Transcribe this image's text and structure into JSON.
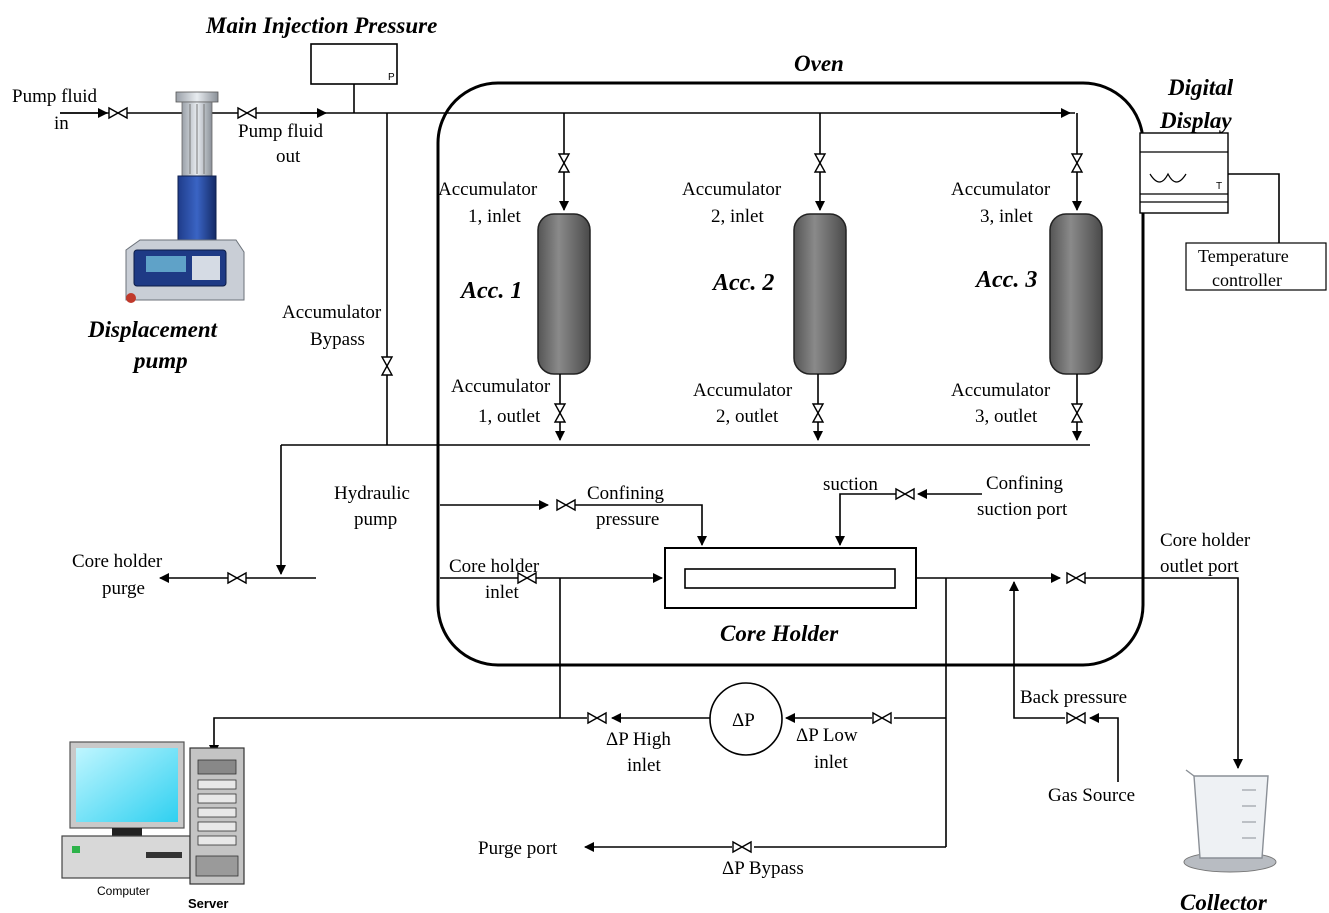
{
  "title_main_injection": "Main Injection Pressure",
  "gauge_letter_p": "P",
  "gauge_letter_t": "T",
  "oven_label": "Oven",
  "digital_display": [
    "Digital",
    "Display"
  ],
  "temperature_controller": [
    "Temperature",
    "controller"
  ],
  "pump_fluid_in": [
    "Pump fluid",
    "in"
  ],
  "pump_fluid_out": [
    "Pump fluid",
    "out"
  ],
  "displacement_pump": [
    "Displacement",
    "pump"
  ],
  "accumulator_bypass": [
    "Accumulator",
    "Bypass"
  ],
  "accumulators": [
    {
      "name": "Acc. 1",
      "inlet": [
        "Accumulator",
        "1, inlet"
      ],
      "outlet": [
        "Accumulator",
        "1, outlet"
      ]
    },
    {
      "name": "Acc. 2",
      "inlet": [
        "Accumulator",
        "2, inlet"
      ],
      "outlet": [
        "Accumulator",
        "2, outlet"
      ]
    },
    {
      "name": "Acc. 3",
      "inlet": [
        "Accumulator",
        "3, inlet"
      ],
      "outlet": [
        "Accumulator",
        "3, outlet"
      ]
    }
  ],
  "hydraulic_pump": [
    "Hydraulic",
    "pump"
  ],
  "confining_pressure": [
    "Confining",
    "pressure"
  ],
  "suction": "suction",
  "confining_suction_port": [
    "Confining",
    "suction port"
  ],
  "core_holder_purge": [
    "Core holder",
    "purge"
  ],
  "core_holder_inlet": [
    "Core holder",
    "inlet"
  ],
  "core_holder": "Core Holder",
  "core_holder_outlet_port": [
    "Core holder",
    "outlet port"
  ],
  "back_pressure": "Back pressure",
  "gas_source": "Gas Source",
  "delta_p": "ΔP",
  "dp_high_inlet": [
    "ΔP High",
    "inlet"
  ],
  "dp_low_inlet": [
    "ΔP Low",
    "inlet"
  ],
  "purge_port": "Purge port",
  "dp_bypass": "ΔP Bypass",
  "computer": "Computer",
  "server": "Server",
  "collector": "Collector"
}
